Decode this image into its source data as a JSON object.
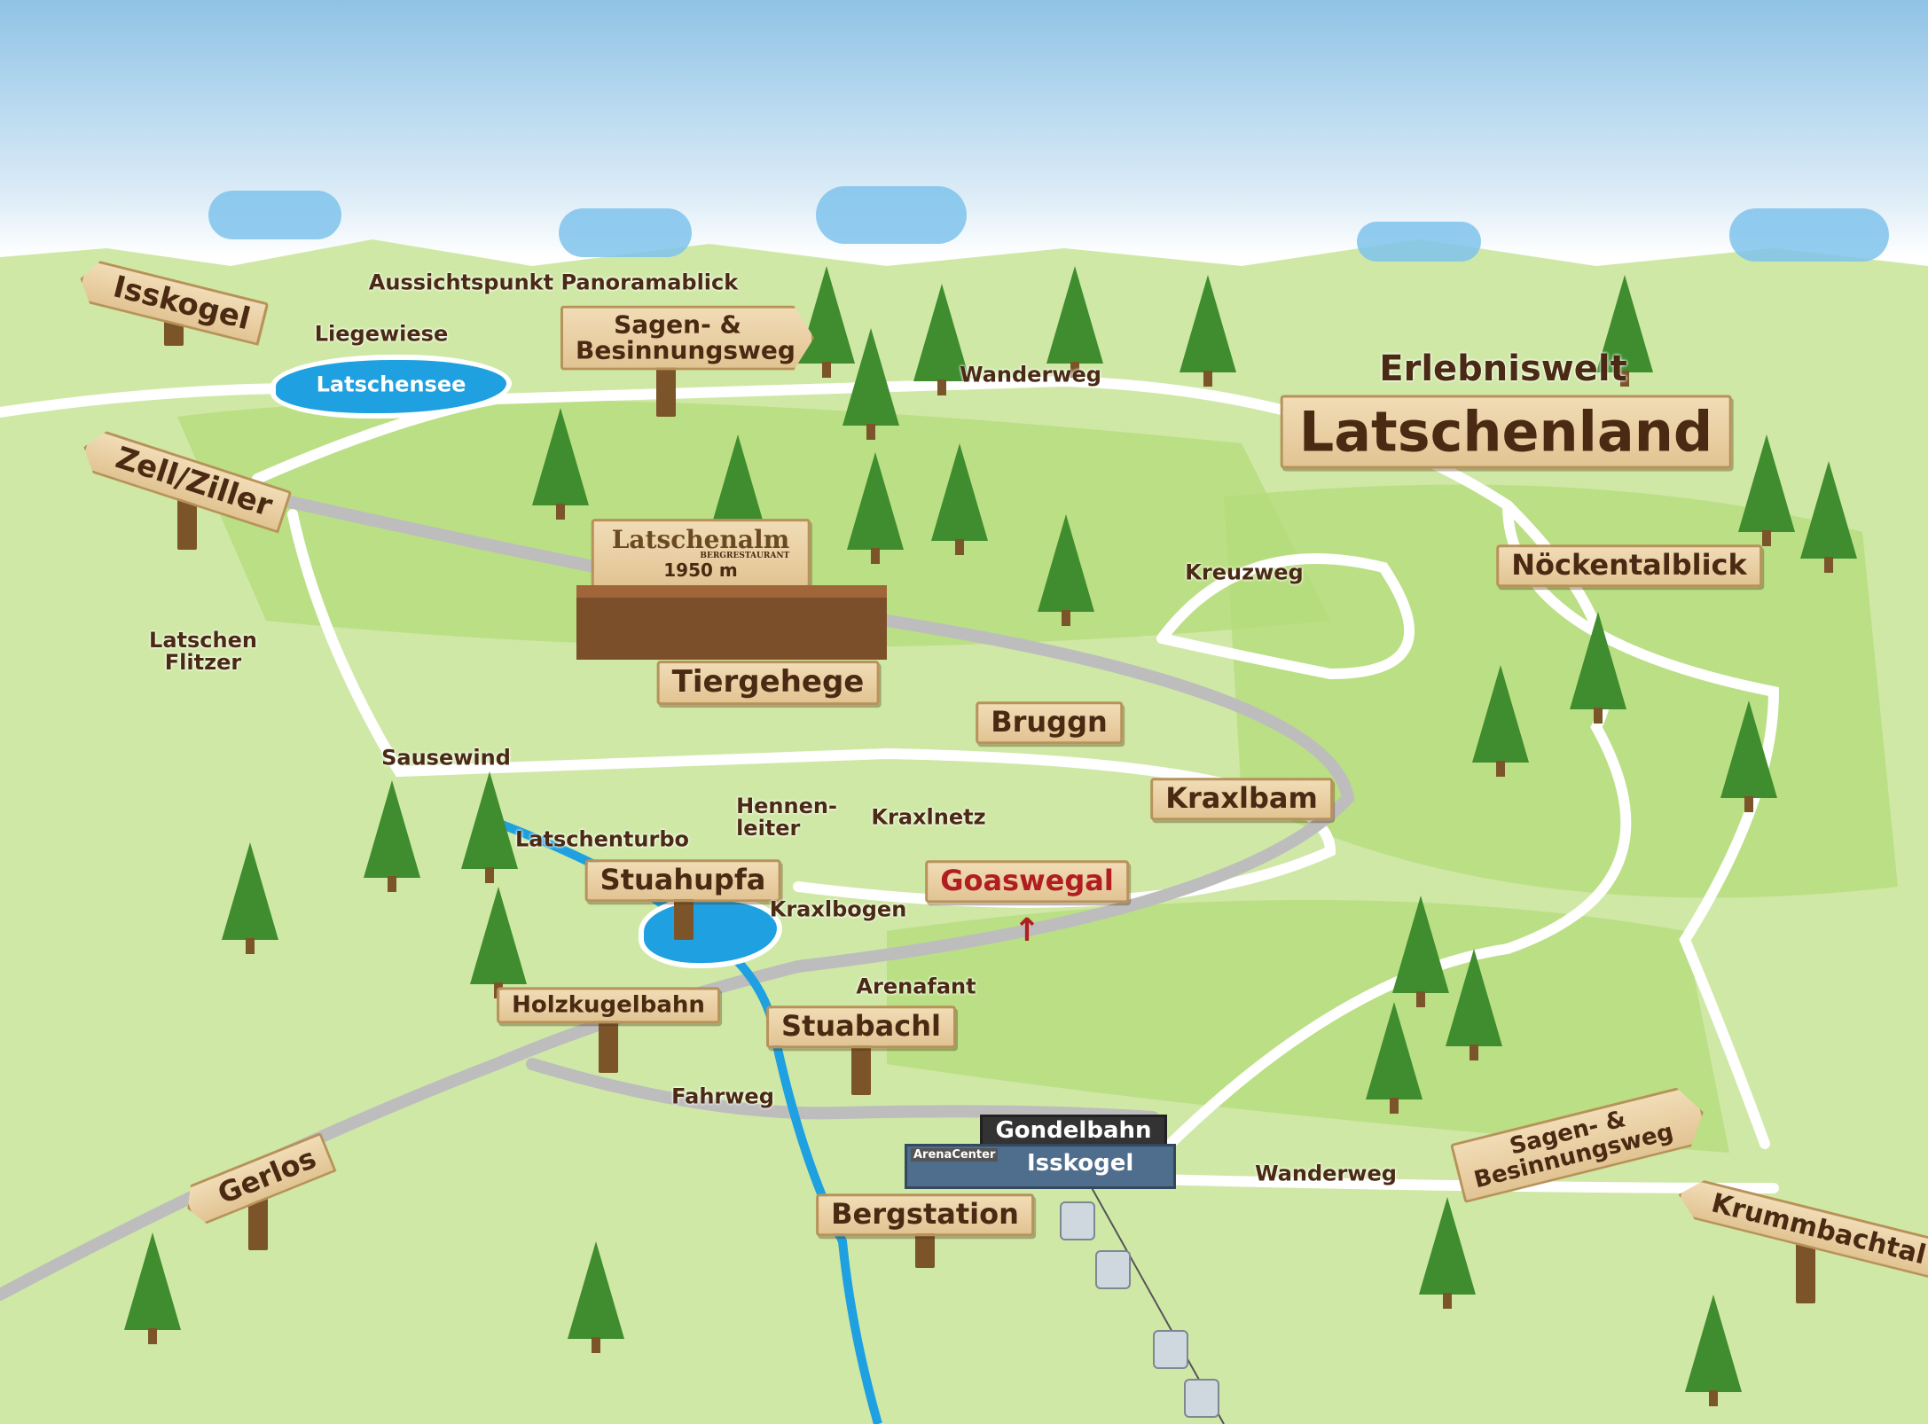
{
  "title": {
    "line1": "Erlebniswelt",
    "line2": "Latschenland"
  },
  "signs": {
    "isskogel": "Isskogel",
    "zell_ziller": "Zell/Ziller",
    "sagen_top": "Sagen- & Besinnungsweg",
    "sagen_bottom": "Sagen- & Besinnungsweg",
    "latschenalm": "Latschenalm",
    "bergrestaurant": "BERGRESTAURANT",
    "altitude": "1950 m",
    "noeckentalblick": "Nöckentalblick",
    "tiergehege": "Tiergehege",
    "bruggn": "Bruggn",
    "kraxlbam": "Kraxlbam",
    "stuahupfa": "Stuahupfa",
    "goaswegal": "Goaswegal",
    "holzkugelbahn": "Holzkugelbahn",
    "stuabachl": "Stuabachl",
    "bergstation": "Bergstation",
    "gerlos": "Gerlos",
    "krummbachtal": "Krummbachtal"
  },
  "labels": {
    "aussichtspunkt": "Aussichtspunkt Panoramablick",
    "liegewiese": "Liegewiese",
    "latschensee": "Latschensee",
    "wanderweg_top": "Wanderweg",
    "wanderweg_bottom": "Wanderweg",
    "kreuzweg": "Kreuzweg",
    "latschen_flitzer_1": "Latschen",
    "latschen_flitzer_2": "Flitzer",
    "sausewind": "Sausewind",
    "hennenleiter_1": "Hennen-",
    "hennenleiter_2": "leiter",
    "kraxlnetz": "Kraxlnetz",
    "latschenturbo": "Latschenturbo",
    "kraxlbogen": "Kraxlbogen",
    "arenafant": "Arenafant",
    "fahrweg": "Fahrweg"
  },
  "station": {
    "gondelbahn": "Gondelbahn",
    "arenacenter": "ArenaCenter",
    "isskogel": "Isskogel"
  },
  "colors": {
    "sign_text": "#4a2a12",
    "goaswegal_text": "#b01e22",
    "water": "#1fa0e0",
    "grass": "#c8e4a0",
    "road": "#bdbdbd"
  }
}
